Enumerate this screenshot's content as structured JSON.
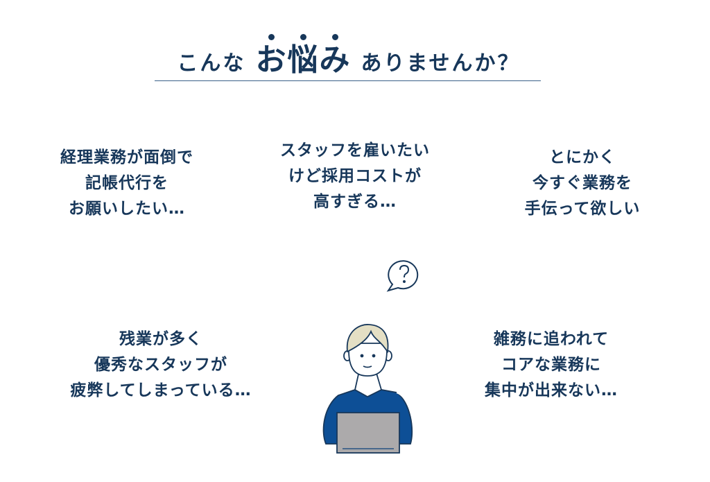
{
  "title": {
    "prefix": "こんな",
    "emphasis": "お悩み",
    "suffix": "ありませんか？"
  },
  "worries": [
    {
      "lines": [
        "経理業務が面倒で",
        "記帳代行を",
        "お願いしたい…"
      ]
    },
    {
      "lines": [
        "スタッフを雇いたい",
        "けど採用コストが",
        "高すぎる…"
      ]
    },
    {
      "lines": [
        "とにかく",
        "今すぐ業務を",
        "手伝って欲しい"
      ]
    },
    {
      "lines": [
        "残業が多く",
        "優秀なスタッフが",
        "疲弊してしまっている…"
      ]
    },
    {
      "lines": [
        "雑務に追われて",
        "コアな業務に",
        "集中が出来ない…"
      ]
    }
  ],
  "colors": {
    "text": "#17375a",
    "shirt": "#0d4f96",
    "hair": "#e4dfc4",
    "laptop": "#acaaab"
  }
}
